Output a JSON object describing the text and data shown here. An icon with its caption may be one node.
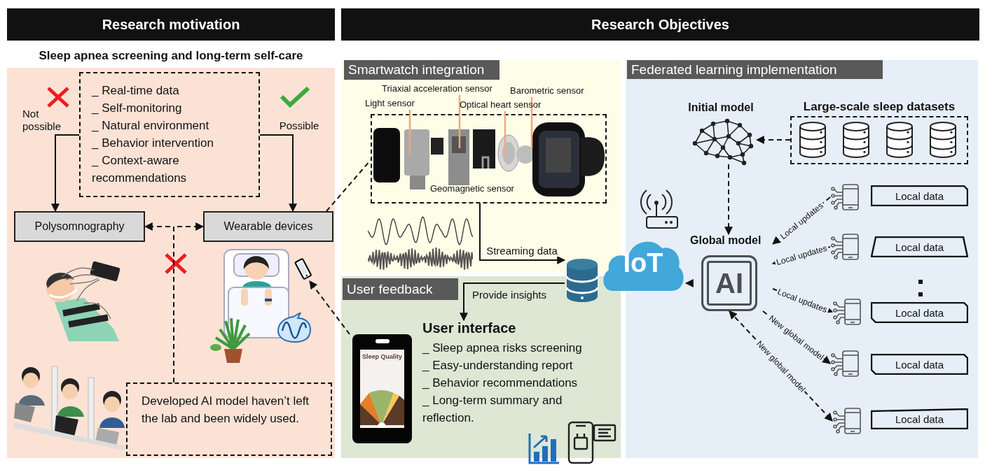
{
  "diagram": {
    "nodes": [
      {
        "text": [
          "Research motivation"
        ]
      },
      {
        "text": [
          "Research Objectives"
        ]
      },
      {
        "text": [
          "Sleep apnea screening and long-term self-care"
        ]
      },
      {
        "text": [
          "_ Real-time data",
          "_ Self-monitoring",
          "_ Natural environment",
          "_ Behavior intervention",
          "_ Context-aware recommendations"
        ],
        "in": 2
      },
      {
        "text": [
          "Polysomnography"
        ],
        "in": 2
      },
      {
        "text": [
          "Wearable devices"
        ],
        "in": 2
      },
      {
        "text": [],
        "shape": "picture",
        "in": 2
      },
      {
        "text": [
          "Developed AI model haven’t left the lab and been widely used."
        ],
        "in": 2
      },
      {
        "text": [
          "Smartwatch integration"
        ]
      },
      {
        "text": [
          "Triaxial acceleration sensor"
        ],
        "in": 8
      },
      {
        "text": [
          "Barometric sensor"
        ],
        "in": 8
      },
      {
        "text": [
          "Light sensor"
        ],
        "in": 8
      },
      {
        "text": [
          "Optical heart sensor"
        ],
        "in": 8
      },
      {
        "text": [],
        "shape": "picture",
        "in": 8
      },
      {
        "text": [
          "User feedback"
        ]
      },
      {
        "text": [
          "Sleep Quality"
        ],
        "in": 14
      },
      {
        "text": [
          "User interface",
          "_ Sleep apnea risks screening",
          "_ Easy-understanding report",
          "_ Behavior recommendations",
          "_ Long-term summary and reflection."
        ],
        "in": 14
      },
      {
        "text": [],
        "shape": "cylinder"
      },
      {
        "text": [
          "IoT"
        ]
      },
      {
        "text": [
          "Federated learning implementation"
        ]
      },
      {
        "text": [
          "Initial model"
        ],
        "in": 19
      },
      {
        "text": [
          "Large-scale sleep datasets"
        ],
        "in": 19
      },
      {
        "text": [
          "Global model",
          "AI"
        ],
        "in": 19
      },
      {
        "text": [],
        "shape": "picture",
        "in": 19
      },
      {
        "text": [
          "Local data"
        ],
        "in": 19
      },
      {
        "text": [],
        "shape": "picture",
        "in": 19
      },
      {
        "text": [
          "Local data"
        ],
        "in": 19
      },
      {
        "text": [],
        "shape": "picture",
        "in": 19
      },
      {
        "text": [
          "Local data"
        ],
        "in": 19
      },
      {
        "text": [],
        "shape": "picture",
        "in": 19
      },
      {
        "text": [
          "Local data"
        ],
        "in": 19
      },
      {
        "text": [],
        "shape": "picture",
        "in": 19
      },
      {
        "text": [
          "Local data"
        ],
        "in": 19
      }
    ],
    "edges": [
      {
        "from": 3,
        "to": 4,
        "arrow": "to",
        "label": "Not possible"
      },
      {
        "from": 3,
        "to": 5,
        "arrow": "to",
        "label": "Possible"
      },
      {
        "from": 7,
        "to": 4,
        "arrow": "to",
        "style": "dashed"
      },
      {
        "from": 7,
        "to": 5,
        "arrow": "to",
        "style": "dashed"
      },
      {
        "from": 5,
        "to": 13,
        "arrow": "none",
        "style": "dashed"
      },
      {
        "from": 9,
        "to": 13,
        "arrow": "none",
        "color": "#f4a582"
      },
      {
        "from": 10,
        "to": 13,
        "arrow": "none",
        "color": "#f4a582"
      },
      {
        "from": 11,
        "to": 13,
        "arrow": "none",
        "color": "#f4a582"
      },
      {
        "from": 12,
        "to": 13,
        "arrow": "none",
        "color": "#f4a582"
      },
      {
        "from": 13,
        "to": 17,
        "arrow": "to",
        "label": "Streaming data"
      },
      {
        "from": 17,
        "to": 16,
        "arrow": "to",
        "label": "Provide insights"
      },
      {
        "from": 15,
        "to": 6,
        "arrow": "to",
        "style": "dashed"
      },
      {
        "from": 21,
        "to": 20,
        "arrow": "to",
        "style": "dashed"
      },
      {
        "from": 20,
        "to": 22,
        "arrow": "to",
        "style": "dashed"
      },
      {
        "from": 22,
        "to": 18,
        "arrow": "to"
      },
      {
        "from": 23,
        "to": 22,
        "arrow": "to",
        "style": "dashed",
        "label": "Local updates"
      },
      {
        "from": 25,
        "to": 22,
        "arrow": "to",
        "style": "dashed",
        "label": "Local updates"
      },
      {
        "from": 22,
        "to": 27,
        "arrow": "to",
        "style": "dashed",
        "label": "Local updates"
      },
      {
        "from": 22,
        "to": 29,
        "arrow": "to",
        "style": "dashed",
        "label": "New global model"
      },
      {
        "from": 22,
        "to": 31,
        "arrow": "both",
        "style": "dashed",
        "label": "New global model"
      }
    ],
    "labels": [
      "Geomagnetic sensor"
    ]
  }
}
